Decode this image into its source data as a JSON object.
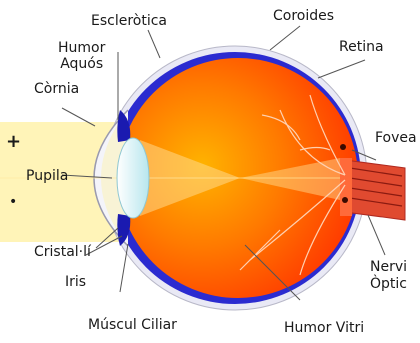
{
  "labels": {
    "esclerotica": "Escleròtica",
    "coroides": "Coroides",
    "humor_aquos_1": "Humor",
    "humor_aquos_2": "Aquós",
    "retina": "Retina",
    "cornia": "Còrnia",
    "fovea": "Fovea",
    "pupila": "Pupila",
    "cristal_li": "Cristal·lí",
    "iris": "Iris",
    "nervi_optic_1": "Nervi",
    "nervi_optic_2": "Òptic",
    "muscul_ciliar": "Múscul Ciliar",
    "humor_vitri": "Humor Vitri"
  },
  "markers": {
    "plus": "+",
    "dot": "•"
  },
  "colors": {
    "eyeball": "#ff4a00",
    "sclera": "#2a2ac8",
    "light": "#fff7c0",
    "lens": "#dff5f7"
  }
}
